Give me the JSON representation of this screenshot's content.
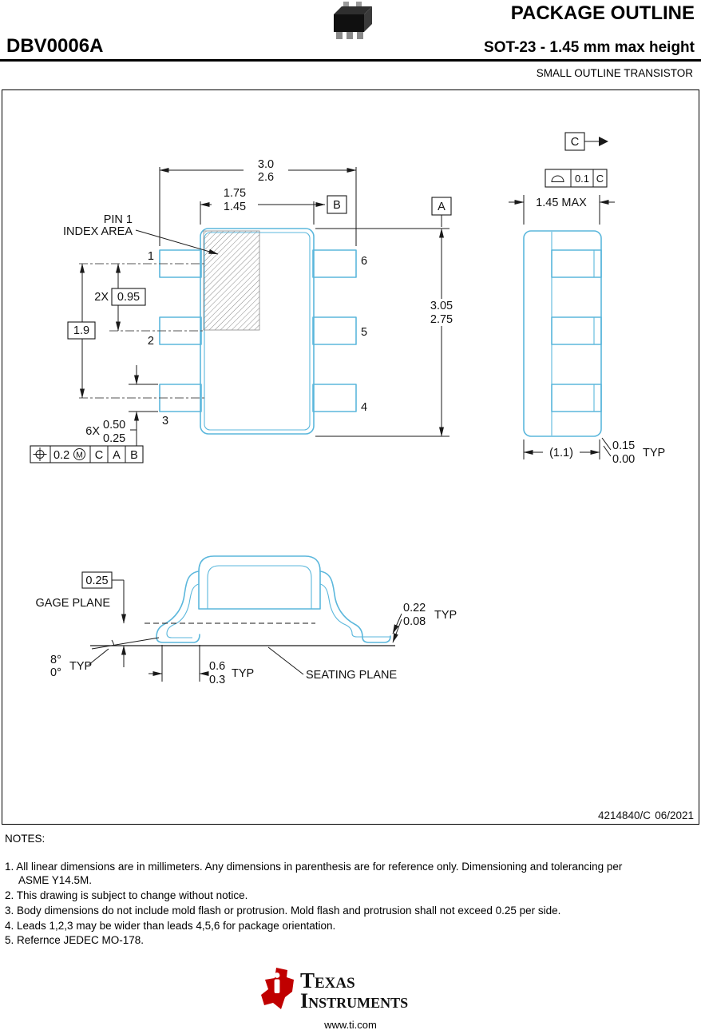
{
  "header": {
    "part_number": "DBV0006A",
    "title": "PACKAGE OUTLINE",
    "subtitle": "SOT-23 - 1.45 mm max height",
    "category": "SMALL OUTLINE TRANSISTOR"
  },
  "top_view": {
    "overall_width_max": "3.0",
    "overall_width_min": "2.6",
    "body_width_max": "1.75",
    "body_width_min": "1.45",
    "datum_a": "A",
    "datum_b": "B",
    "pin1_line1": "PIN 1",
    "pin1_line2": "INDEX AREA",
    "pitch_count": "2X",
    "pitch": "0.95",
    "pin_span": "1.9",
    "body_length_max": "3.05",
    "body_length_min": "2.75",
    "pin_1": "1",
    "pin_2": "2",
    "pin_3": "3",
    "pin_4": "4",
    "pin_5": "5",
    "pin_6": "6",
    "lead_count": "6X",
    "lead_width_max": "0.50",
    "lead_width_min": "0.25",
    "fcf_tol": "0.2",
    "fcf_mod": "M",
    "fcf_d1": "C",
    "fcf_d2": "A",
    "fcf_d3": "B"
  },
  "side_view": {
    "datum_c": "C",
    "profile_tol": "0.1",
    "profile_datum": "C",
    "height_max": "1.45 MAX",
    "body_width_ref": "(1.1)",
    "standoff_max": "0.15",
    "standoff_min": "0.00",
    "standoff_typ": "TYP"
  },
  "front_view": {
    "gage_offset": "0.25",
    "gage_plane": "GAGE PLANE",
    "lead_thk_max": "0.22",
    "lead_thk_min": "0.08",
    "lead_thk_typ": "TYP",
    "angle_max": "8°",
    "angle_min": "0°",
    "angle_typ": "TYP",
    "foot_max": "0.6",
    "foot_min": "0.3",
    "foot_typ": "TYP",
    "seating_plane": "SEATING PLANE"
  },
  "title_block": {
    "doc": "4214840/C",
    "date": "06/2021"
  },
  "notes": {
    "heading": "NOTES:",
    "items": [
      "1. All linear dimensions are in millimeters. Any dimensions in parenthesis are for reference only. Dimensioning and tolerancing per ASME Y14.5M.",
      "2. This drawing is subject to change without notice.",
      "3. Body dimensions do not include mold flash or protrusion. Mold flash and protrusion shall not exceed 0.25 per side.",
      "4. Leads 1,2,3 may be wider than leads 4,5,6 for package orientation.",
      "5. Refernce JEDEC MO-178."
    ]
  },
  "footer": {
    "logo_word1": "Texas",
    "logo_word2": "Instruments",
    "website": "www.ti.com"
  },
  "colors": {
    "drawing": "#5bb7dc",
    "logo_red": "#c00000"
  }
}
